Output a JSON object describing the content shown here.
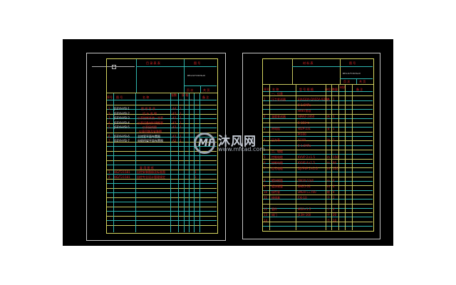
{
  "canvas": {
    "background": "#000000",
    "line_colors": {
      "frame": "#c8c8c8",
      "border": "#d8d860",
      "grid": "#2fb7b0",
      "text": "#e02828",
      "white_text": "#e8e8e8"
    }
  },
  "watermark": {
    "logo": "MF",
    "cn": "沐风网",
    "url": "www.mfcad.com"
  },
  "sheet_left": {
    "title_block": {
      "title": "目 录 表 表",
      "code_label": "图 号",
      "drawing_no": "RH-LS-TY-N-YG-N",
      "sub1": "页 次",
      "sub2": "共 页"
    },
    "headers": [
      "序号",
      "图 号",
      "名 称",
      "张数",
      "规 格",
      "备 注"
    ],
    "sub_headers": [
      "A1",
      "A2",
      "A3"
    ],
    "rows": [
      {
        "no": "1",
        "code": "JSSYH-YB-1",
        "name": "图 纸 目 录",
        "qty": "A4",
        "n": "1"
      },
      {
        "no": "2",
        "code": "JSSYH-YB-2",
        "name": "设 计 说 明",
        "qty": "A2",
        "n": "1"
      },
      {
        "no": "3",
        "code": "JSSYH-YB-3",
        "name": "仪表控制系统一览表",
        "qty": "A2",
        "n": "1"
      },
      {
        "no": "4",
        "code": "JSSYH-YB-4",
        "name": "仪表设备材料明细表",
        "qty": "A2",
        "n": "1"
      },
      {
        "no": "5",
        "code": "JSSYH-YB-5",
        "name": "仪表接线图",
        "qty": "A2",
        "n": "1"
      },
      {
        "no": "",
        "code": "",
        "name": "仪表回路及安装图",
        "qty": "",
        "n": ""
      },
      {
        "no": "6",
        "code": "JSSYH-YB-6",
        "name": "主控室平面布置图",
        "qty": "A2",
        "n": "1"
      },
      {
        "no": "7",
        "code": "JSSYH-YB-7",
        "name": "电缆桥架平面布置图",
        "qty": "A2",
        "n": "1"
      }
    ],
    "section_title": "复 用 图 纸",
    "reuse_rows": [
      {
        "no": "1",
        "code": "HG/T21581",
        "name": "自控安装图册及标准图",
        "n": "1"
      },
      {
        "no": "2",
        "code": "HG/T21581",
        "name": "自控专业设计管理规定",
        "n": "1"
      }
    ]
  },
  "sheet_right": {
    "title_block": {
      "title": "材 料 表",
      "code_label": "图 号",
      "drawing_no": "RH-LS-TY-N-YG-N",
      "sub1": "页 次",
      "sub2": "共 页"
    },
    "headers": [
      "序号",
      "名 称",
      "型 号 规 格",
      "单位",
      "数量",
      "材质",
      "备 注"
    ],
    "rows": [
      {
        "no": "",
        "name": "一、仪表",
        "spec": "",
        "unit": "",
        "qty": ""
      },
      {
        "no": "1",
        "name": "压力变送器",
        "spec": "EJA430A-DAS5A-92DA",
        "unit": "台",
        "qty": "1"
      },
      {
        "no": "",
        "name": "",
        "spec": "0-1.6MPa",
        "unit": "",
        "qty": ""
      },
      {
        "no": "",
        "name": "",
        "spec": "HART协议",
        "unit": "",
        "qty": ""
      },
      {
        "no": "2",
        "name": "温度变送器",
        "spec": "SBWZ-2460",
        "unit": "台",
        "qty": "1"
      },
      {
        "no": "",
        "name": "",
        "spec": "0-150℃",
        "unit": "",
        "qty": ""
      },
      {
        "no": "3",
        "name": "热电阻",
        "spec": "WZP-231",
        "unit": "支",
        "qty": "1"
      },
      {
        "no": "",
        "name": "",
        "spec": "Pt100",
        "unit": "",
        "qty": ""
      },
      {
        "no": "4",
        "name": "压力表",
        "spec": "Y-100",
        "unit": "块",
        "qty": "1"
      },
      {
        "no": "",
        "name": "",
        "spec": "0-1.6MPa",
        "unit": "",
        "qty": ""
      },
      {
        "no": "",
        "name": "二、电缆",
        "spec": "",
        "unit": "",
        "qty": ""
      },
      {
        "no": "5",
        "name": "控制电缆",
        "spec": "KVVP 2×1.5",
        "unit": "m",
        "qty": "150"
      },
      {
        "no": "6",
        "name": "控制电缆",
        "spec": "KVVP 4×1.5",
        "unit": "m",
        "qty": "80"
      },
      {
        "no": "7",
        "name": "信号电缆",
        "spec": "DJYPVP 2×1.0",
        "unit": "m",
        "qty": "120"
      },
      {
        "no": "",
        "name": "",
        "spec": "",
        "unit": "",
        "qty": ""
      },
      {
        "no": "8",
        "name": "镀锌钢管",
        "spec": "DN20 G3/4",
        "unit": "m",
        "qty": "4"
      },
      {
        "no": "9",
        "name": "镀锌钢管",
        "spec": "DN25 G1",
        "unit": "m",
        "qty": "4"
      },
      {
        "no": "10",
        "name": "挠性管",
        "spec": "DN20 L=700",
        "unit": "根",
        "qty": "4"
      },
      {
        "no": "11",
        "name": "接线盒",
        "spec": "FXJ-10",
        "unit": "个",
        "qty": "2"
      },
      {
        "no": "",
        "name": "",
        "spec": "",
        "unit": "",
        "qty": ""
      },
      {
        "no": "12",
        "name": "管件",
        "spec": "M20×1.5",
        "unit": "个",
        "qty": "4"
      },
      {
        "no": "13",
        "name": "阀门",
        "spec": "J13H-160",
        "unit": "个",
        "qty": "20"
      },
      {
        "no": "14",
        "name": "",
        "spec": "",
        "unit": "个",
        "qty": "10"
      }
    ]
  }
}
